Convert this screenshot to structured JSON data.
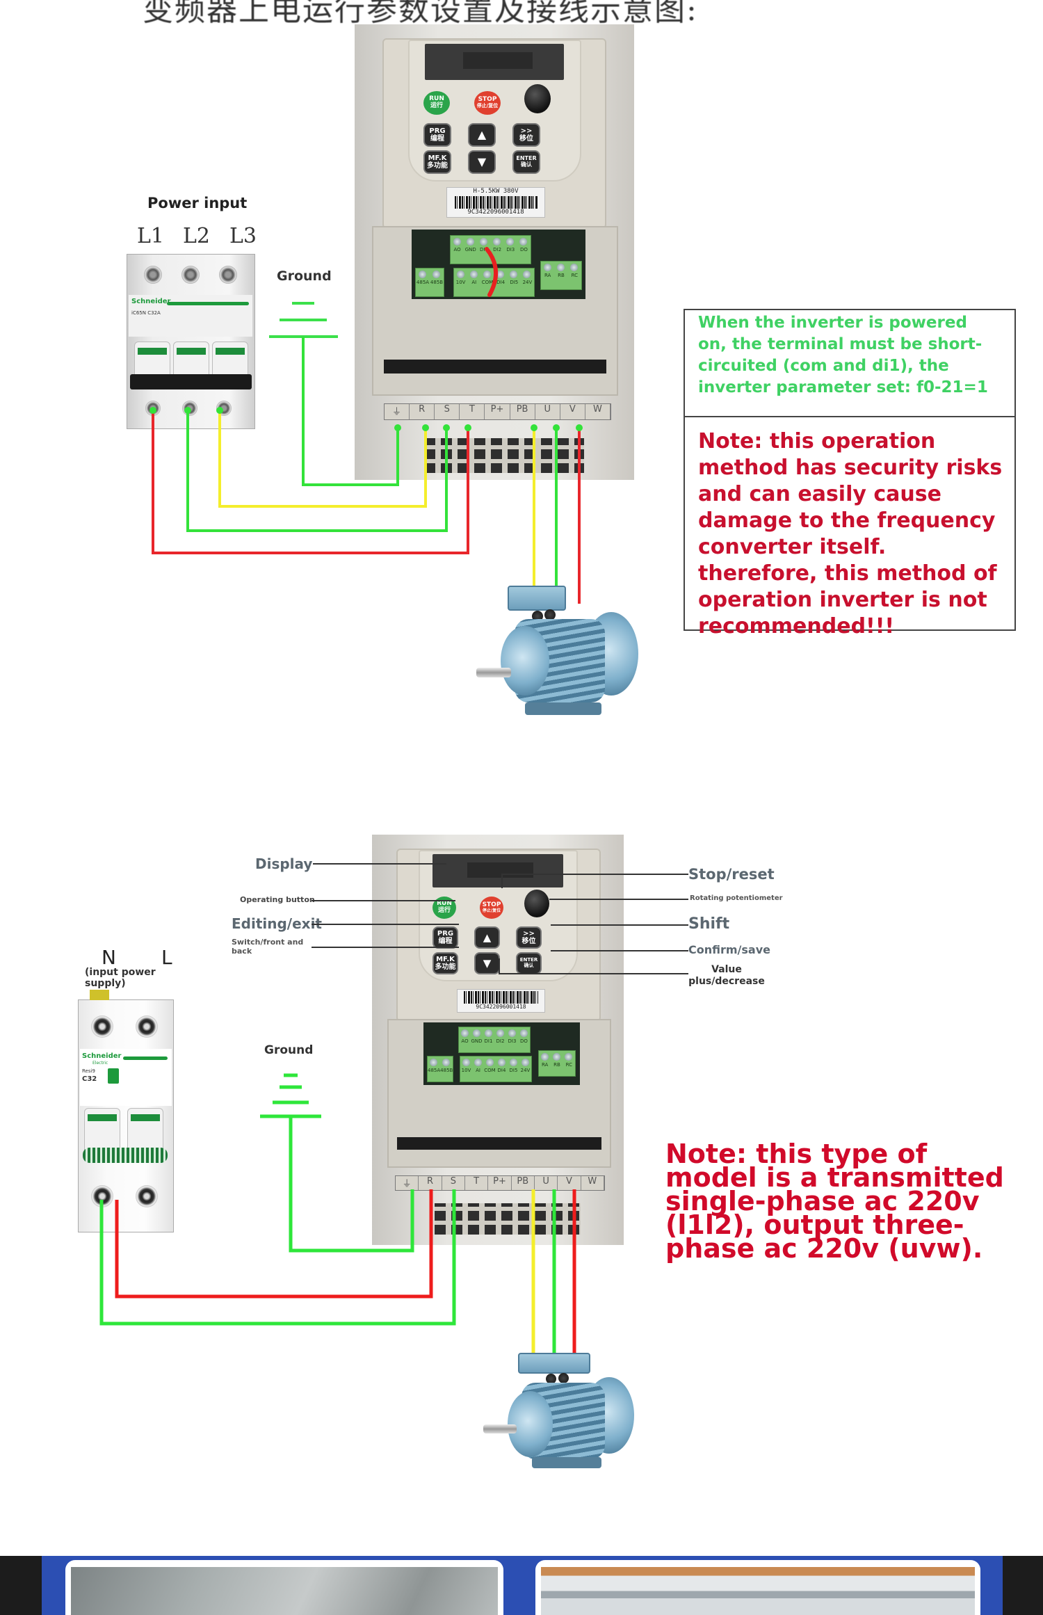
{
  "header": {
    "title_cut": "变频器上电运行参数设置及接线示意图:"
  },
  "diagram1": {
    "power_input_label": "Power input",
    "phase_labels": [
      "L1",
      "L2",
      "L3"
    ],
    "ground_label": "Ground",
    "breaker_brand": "Schneider",
    "breaker_model": "iC65N C32A",
    "inverter": {
      "keys": {
        "run": "RUN",
        "run_cn": "运行",
        "stop": "STOP",
        "stop_cn": "停止/复位",
        "prg": "PRG",
        "prg_cn": "编程",
        "shift": ">>",
        "shift_cn": "移位",
        "mfk": "MF.K",
        "mfk_cn": "多功能",
        "enter": "ENTER",
        "enter_cn": "确认",
        "up": "▲",
        "down": "▼"
      },
      "rating_label": "H-5.5KW 380V",
      "serial": "9C3422096001418",
      "control_terminals_top": [
        "AO",
        "GND",
        "DI1",
        "DI2",
        "DI3",
        "DO"
      ],
      "control_terminals_left": [
        "485A",
        "485B"
      ],
      "control_terminals_mid": [
        "10V",
        "AI",
        "COM",
        "DI4",
        "DI5",
        "24V"
      ],
      "control_terminals_relay": [
        "RA",
        "RB",
        "RC"
      ],
      "power_terminals": [
        "⏚",
        "R",
        "S",
        "T",
        "P+",
        "PB",
        "U",
        "V",
        "W"
      ]
    },
    "note_green": "When the inverter is powered on, the terminal must be short-circuited (com and di1), the inverter parameter set: f0-21=1",
    "note_red": "Note: this operation method has security risks and can easily cause damage to the frequency converter itself. therefore, this method of operation inverter is not recommended!!!"
  },
  "diagram2": {
    "left_labels": {
      "display": "Display",
      "operating_button": "Operating button",
      "editing_exit": "Editing/exit",
      "switch_front_back": "Switch/front and back"
    },
    "right_labels": {
      "stop_reset": "Stop/reset",
      "rotating_potentiometer": "Rotating potentiometer",
      "shift": "Shift",
      "confirm_save": "Confirm/save",
      "value_plus_decrease": "Value plus/decrease"
    },
    "supply_labels": {
      "n": "N",
      "l": "L",
      "caption": "(input power supply)"
    },
    "ground_label": "Ground",
    "breaker_brand": "Schneider",
    "breaker_sub": "Electric",
    "breaker_series": "Resi9",
    "breaker_rating": "C32",
    "serial": "9C3422096001418",
    "note_red": "Note: this type of model is a transmitted single-phase ac 220v (l1l2), output three-phase ac 220v (uvw)."
  },
  "colors": {
    "wire_red": "#e8262b",
    "wire_green": "#33e23a",
    "wire_yellow": "#f4ee2c",
    "note_green": "#3fd163",
    "note_red": "#c8102e",
    "banner_blue": "#2c4fb3"
  }
}
